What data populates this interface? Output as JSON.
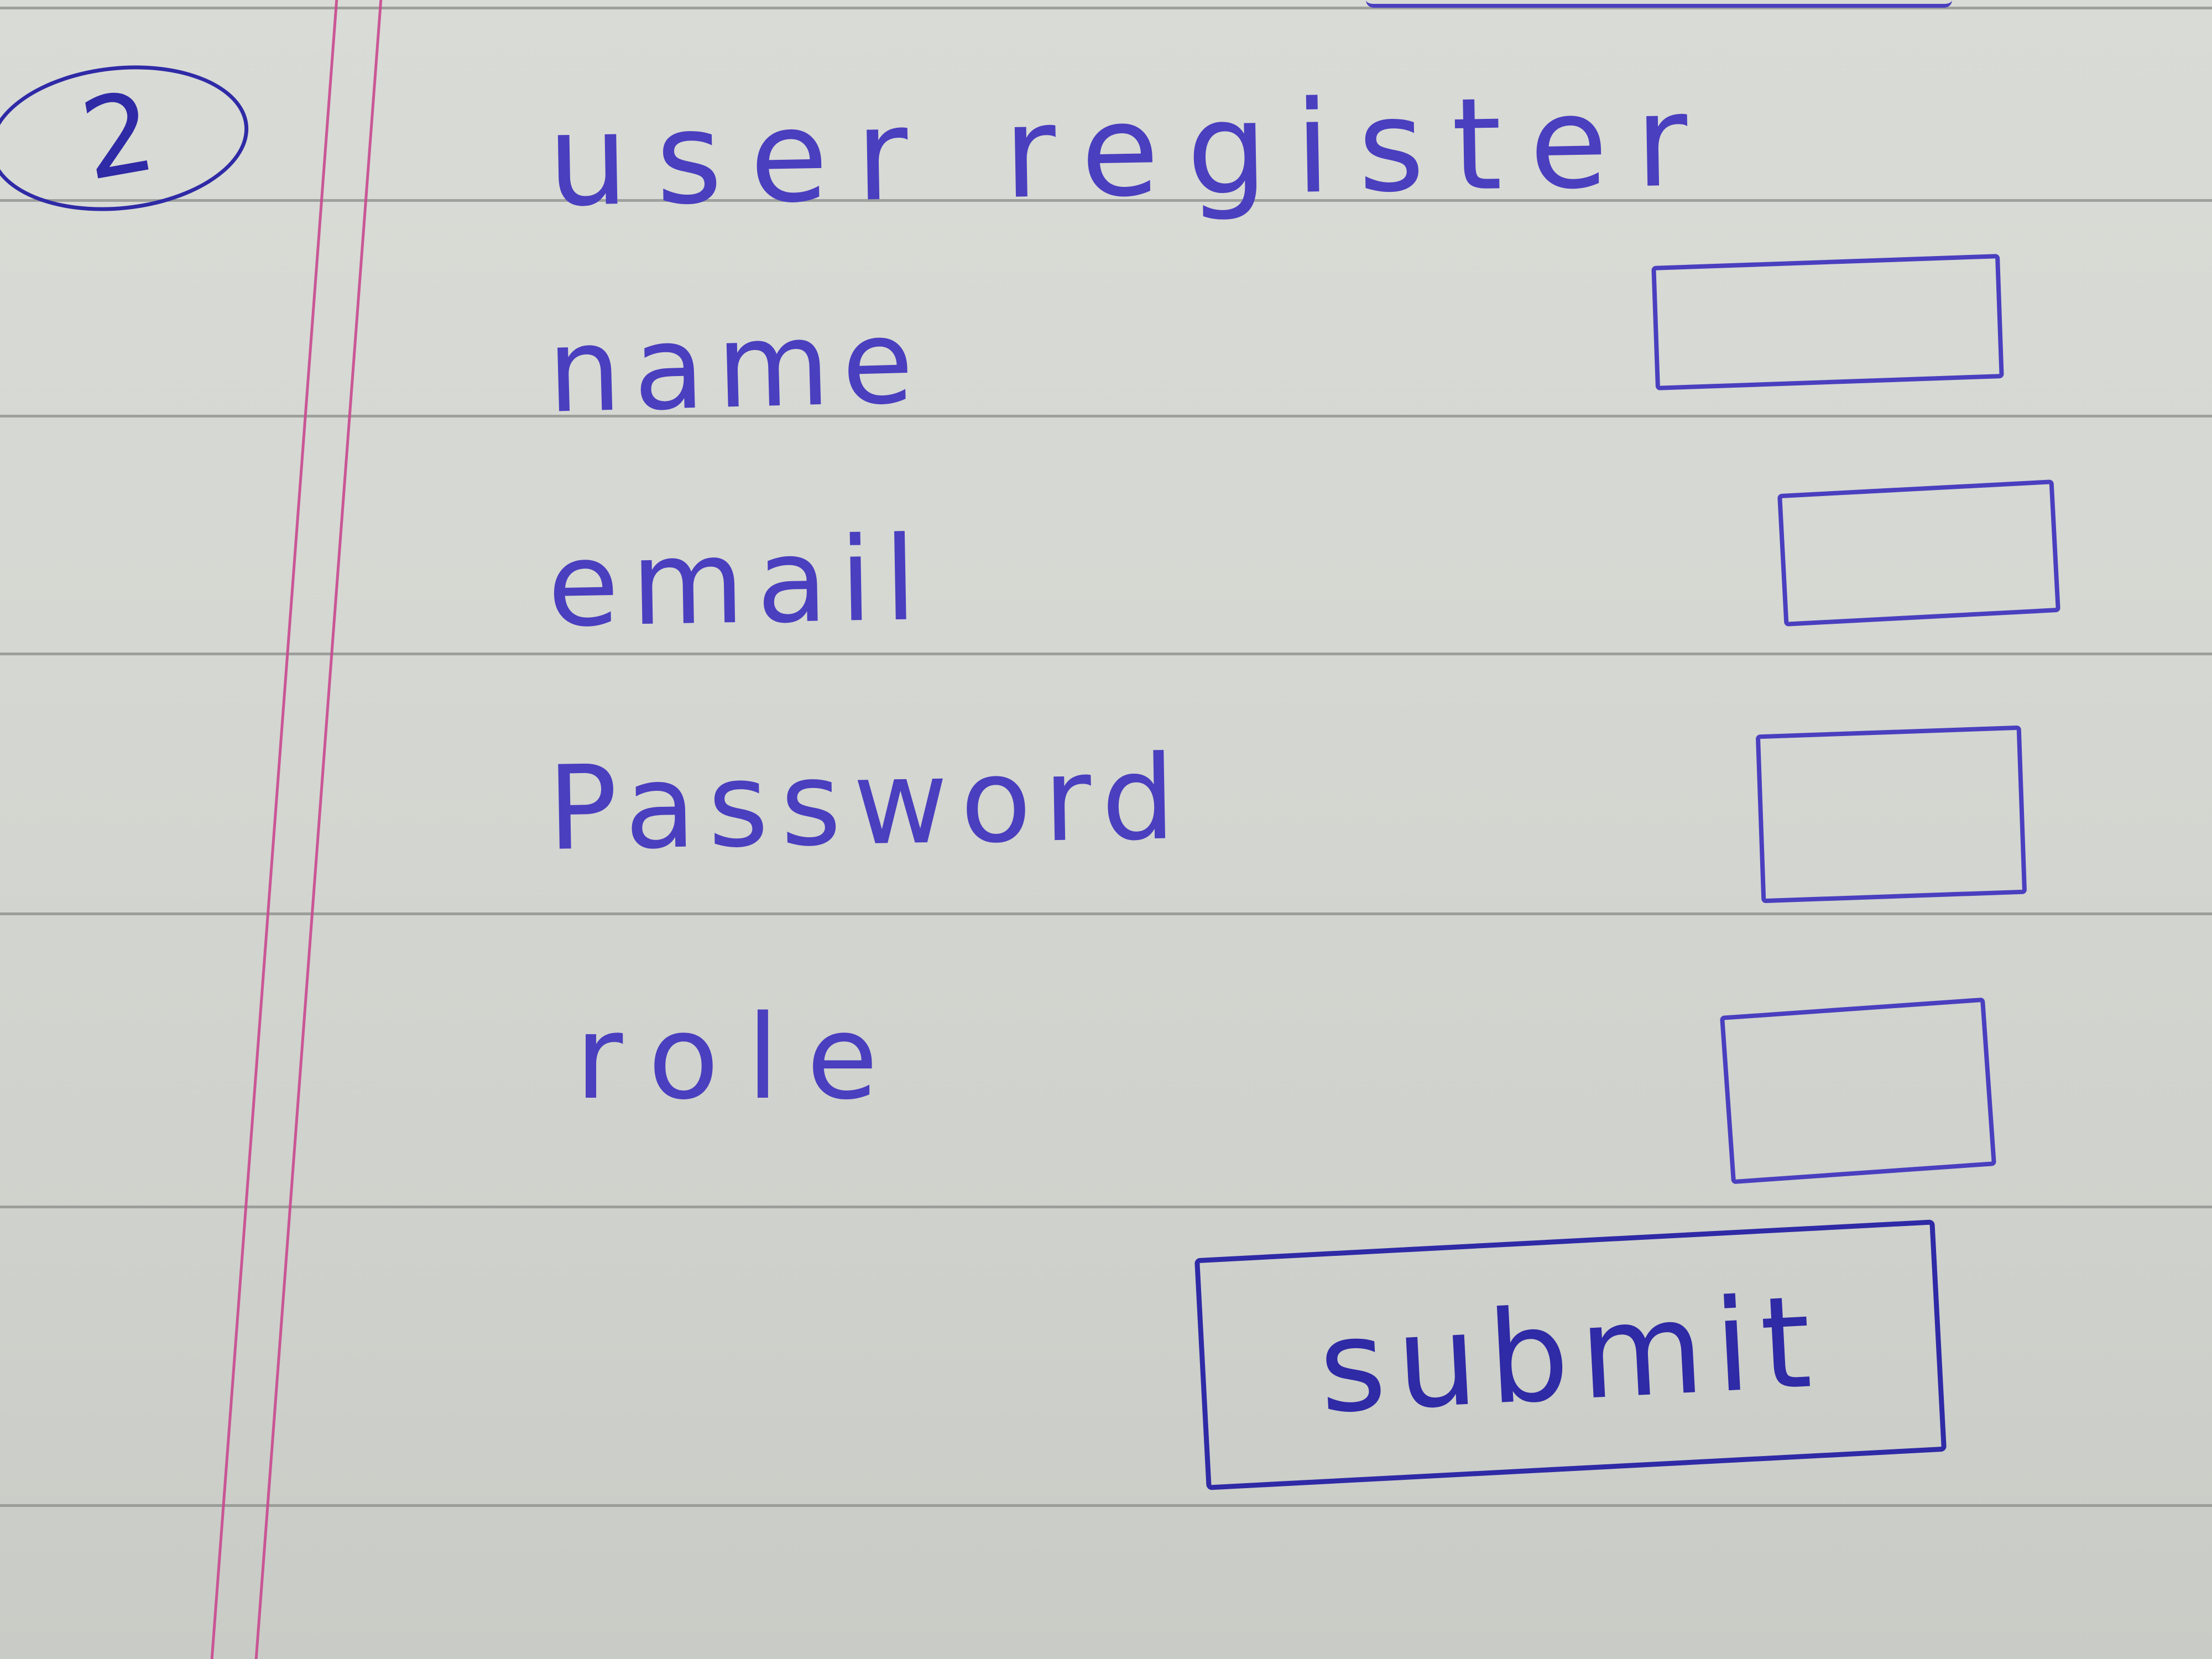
{
  "page": {
    "item_number": "2",
    "title": "user register"
  },
  "form": {
    "fields": [
      {
        "label": "name"
      },
      {
        "label": "email"
      },
      {
        "label": "Password"
      },
      {
        "label": "role"
      }
    ],
    "submit_label": "submit"
  },
  "colors": {
    "ink": "#4a3fbf",
    "dark_ink": "#2f2aa6",
    "margin_line": "#c8488f",
    "paper": "#d6d8d3",
    "rule_line": "#8a8c88"
  }
}
